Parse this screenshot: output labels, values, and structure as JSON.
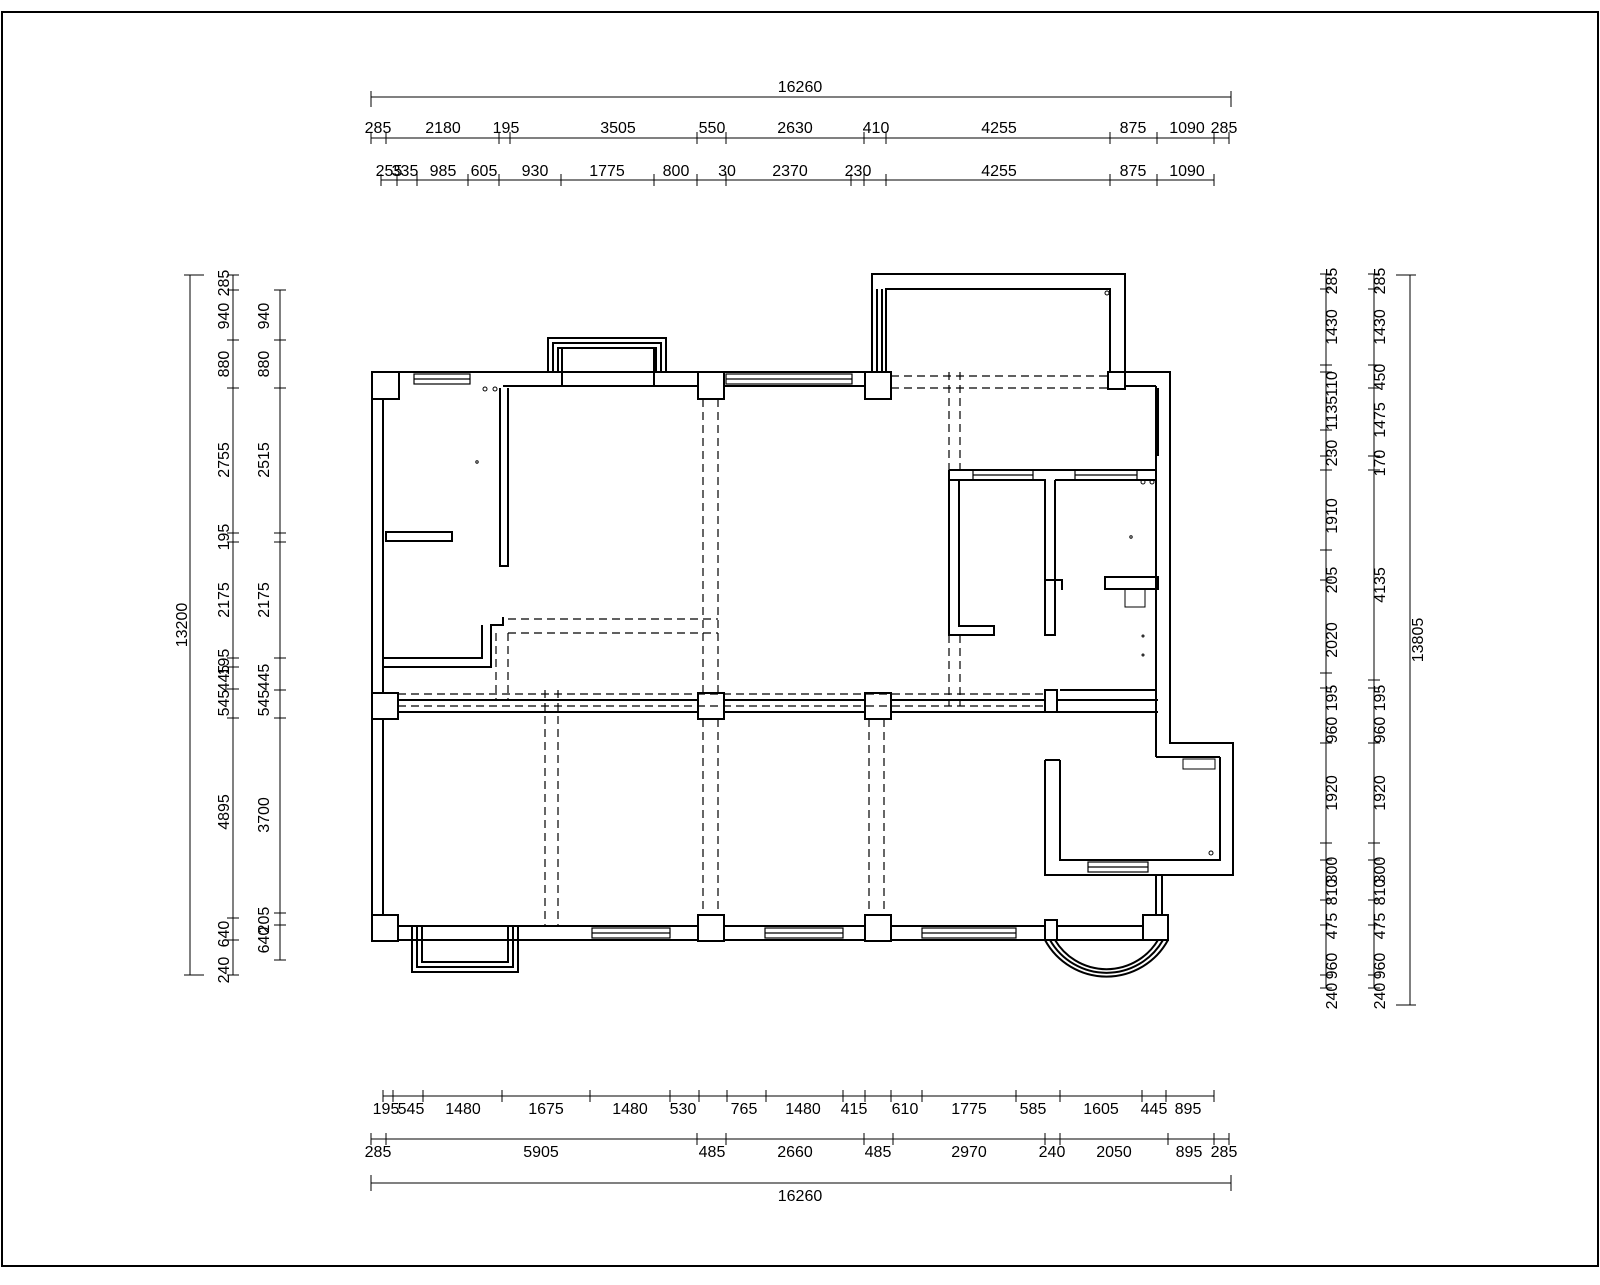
{
  "drawing": {
    "line_color": "#000000",
    "background": "#ffffff"
  },
  "top_dimensions": {
    "overall": "16260",
    "row1": [
      "285",
      "2180",
      "195",
      "3505",
      "550",
      "2630",
      "410",
      "4255",
      "875",
      "1090",
      "285"
    ],
    "row2": [
      "255",
      "335",
      "985",
      "605",
      "930",
      "1775",
      "800",
      "30",
      "2370",
      "230",
      "4255",
      "875",
      "1090"
    ]
  },
  "bottom_dimensions": {
    "overall": "16260",
    "row1": [
      "195",
      "545",
      "1480",
      "1675",
      "1480",
      "530",
      "765",
      "1480",
      "415",
      "610",
      "1775",
      "585",
      "1605",
      "445",
      "895"
    ],
    "row2": [
      "285",
      "5905",
      "485",
      "2660",
      "485",
      "2970",
      "240",
      "2050",
      "895",
      "285"
    ]
  },
  "left_dimensions": {
    "overall": "13200",
    "outer": [
      "285",
      "940",
      "880",
      "2755",
      "195",
      "2175",
      "195",
      "445",
      "545",
      "4895",
      "640",
      "240"
    ],
    "inner": [
      "940",
      "880",
      "2515",
      "2175",
      "445",
      "545",
      "3700",
      "205",
      "640"
    ]
  },
  "right_dimensions": {
    "overall": "13805",
    "inner": [
      "285",
      "1430",
      "110",
      "1135",
      "230",
      "1910",
      "205",
      "2020",
      "195",
      "960",
      "1920",
      "300",
      "810",
      "475",
      "960",
      "240"
    ],
    "outer": [
      "285",
      "1430",
      "450",
      "1475",
      "170",
      "4135",
      "195",
      "960",
      "1920",
      "300",
      "810",
      "475",
      "960",
      "240"
    ]
  }
}
